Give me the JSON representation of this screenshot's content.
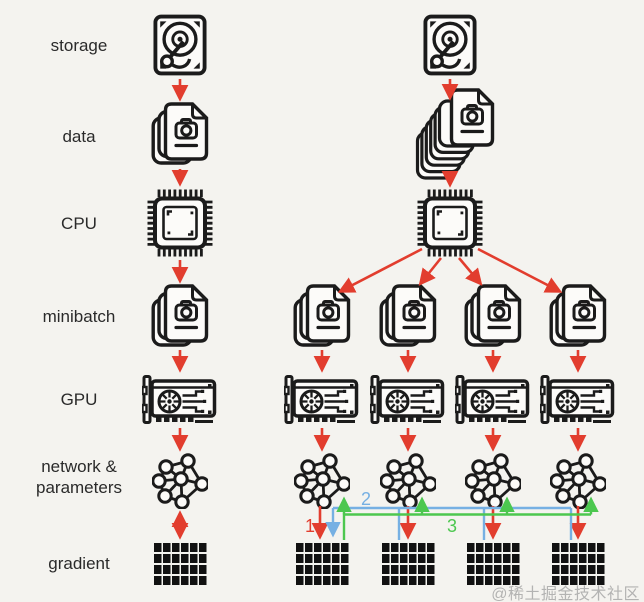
{
  "colors": {
    "bg": "#f4f3ef",
    "ink": "#1b1b1b",
    "paper": "#fcfbf9",
    "label": "#2a2a2a",
    "red": "#e23d2e",
    "blue": "#76b0e3",
    "green": "#4cc74f",
    "watermark": "#a8a8a8"
  },
  "labels": {
    "storage": "storage",
    "data": "data",
    "cpu": "CPU",
    "minibatch": "minibatch",
    "gpu": "GPU",
    "network_line1": "network &",
    "network_line2": "parameters",
    "gradient": "gradient"
  },
  "steps": [
    {
      "label": "1",
      "color": "red"
    },
    {
      "label": "2",
      "color": "blue"
    },
    {
      "label": "3",
      "color": "green"
    }
  ],
  "watermark": "@稀土掘金技术社区",
  "icons": {
    "storage": "hard-drive-icon",
    "data": "photo-file-stack-icon",
    "cpu": "processor-chip-icon",
    "minibatch": "photo-file-stack-icon",
    "gpu": "graphics-card-icon",
    "network": "neural-network-icon",
    "gradient": "gradient-matrix-icon"
  }
}
